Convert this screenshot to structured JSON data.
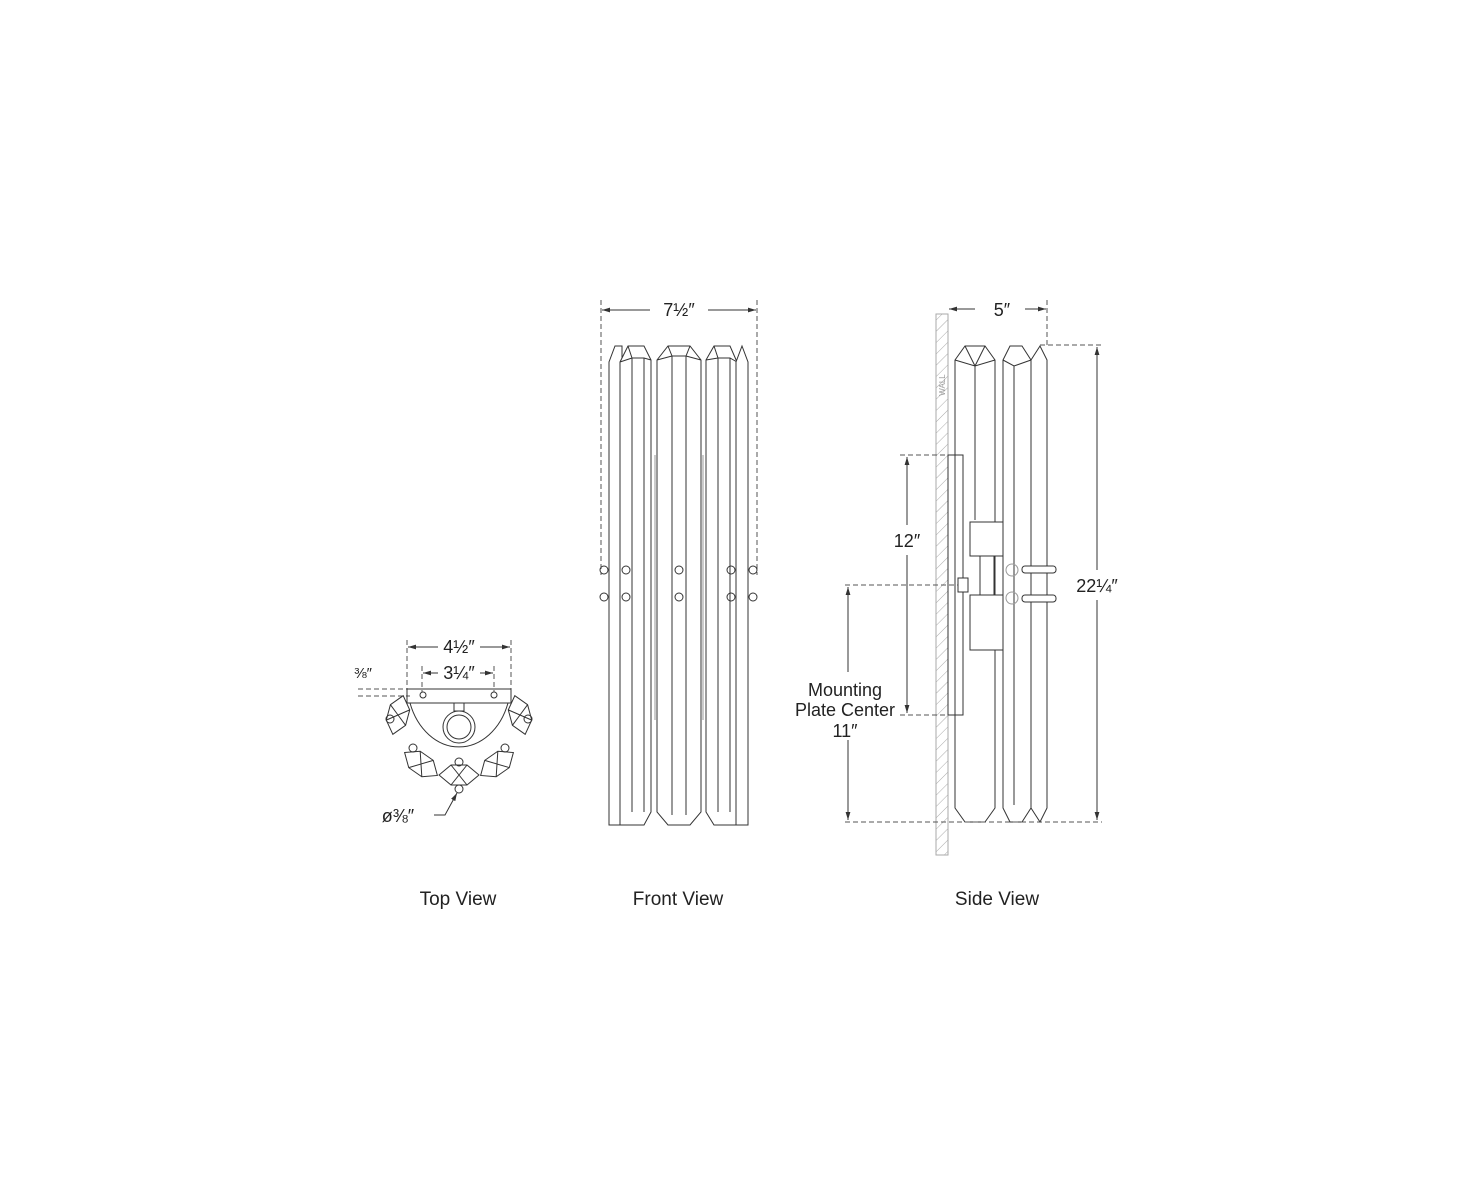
{
  "views": {
    "top": {
      "caption": "Top View",
      "width_label": "4½″",
      "hole_spacing_label": "3¼″",
      "plate_depth_label": "⅜″",
      "crystal_diameter_label": "ø⅜″"
    },
    "front": {
      "caption": "Front View",
      "width_label": "7½″"
    },
    "side": {
      "caption": "Side View",
      "depth_label": "5″",
      "height_label": "22¼″",
      "plate_height_label": "12″",
      "mounting_center_line1": "Mounting",
      "mounting_center_line2": "Plate Center",
      "mounting_center_value": "11″",
      "wall_label": "WALL"
    }
  }
}
